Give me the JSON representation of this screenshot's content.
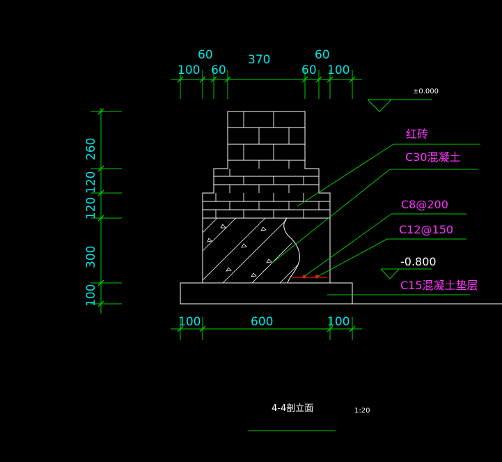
{
  "colors": {
    "background": "#000000",
    "dimension": "#00e5e5",
    "leader": "#00cc00",
    "annotation": "#ff33ff",
    "outline": "#ffffff",
    "rebar": "#ff0000"
  },
  "dimensions": {
    "top": {
      "d1": "100",
      "d2": "60",
      "d3": "60",
      "d4": "370",
      "d5": "60",
      "d6": "60",
      "d7": "100"
    },
    "left": {
      "d1": "260",
      "d2": "120",
      "d3": "120",
      "d4": "300",
      "d5": "100"
    },
    "bottom": {
      "d1": "100",
      "d2": "600",
      "d3": "100"
    }
  },
  "levels": {
    "top": "±0.000",
    "bottom": "-0.800"
  },
  "annotations": {
    "brick": "红砖",
    "concrete": "C30混凝土",
    "rebar1": "C8@200",
    "rebar2": "C12@150",
    "cushion": "C15混凝土垫层"
  },
  "title": {
    "name": "4-4剖立面",
    "scale": "1:20"
  }
}
